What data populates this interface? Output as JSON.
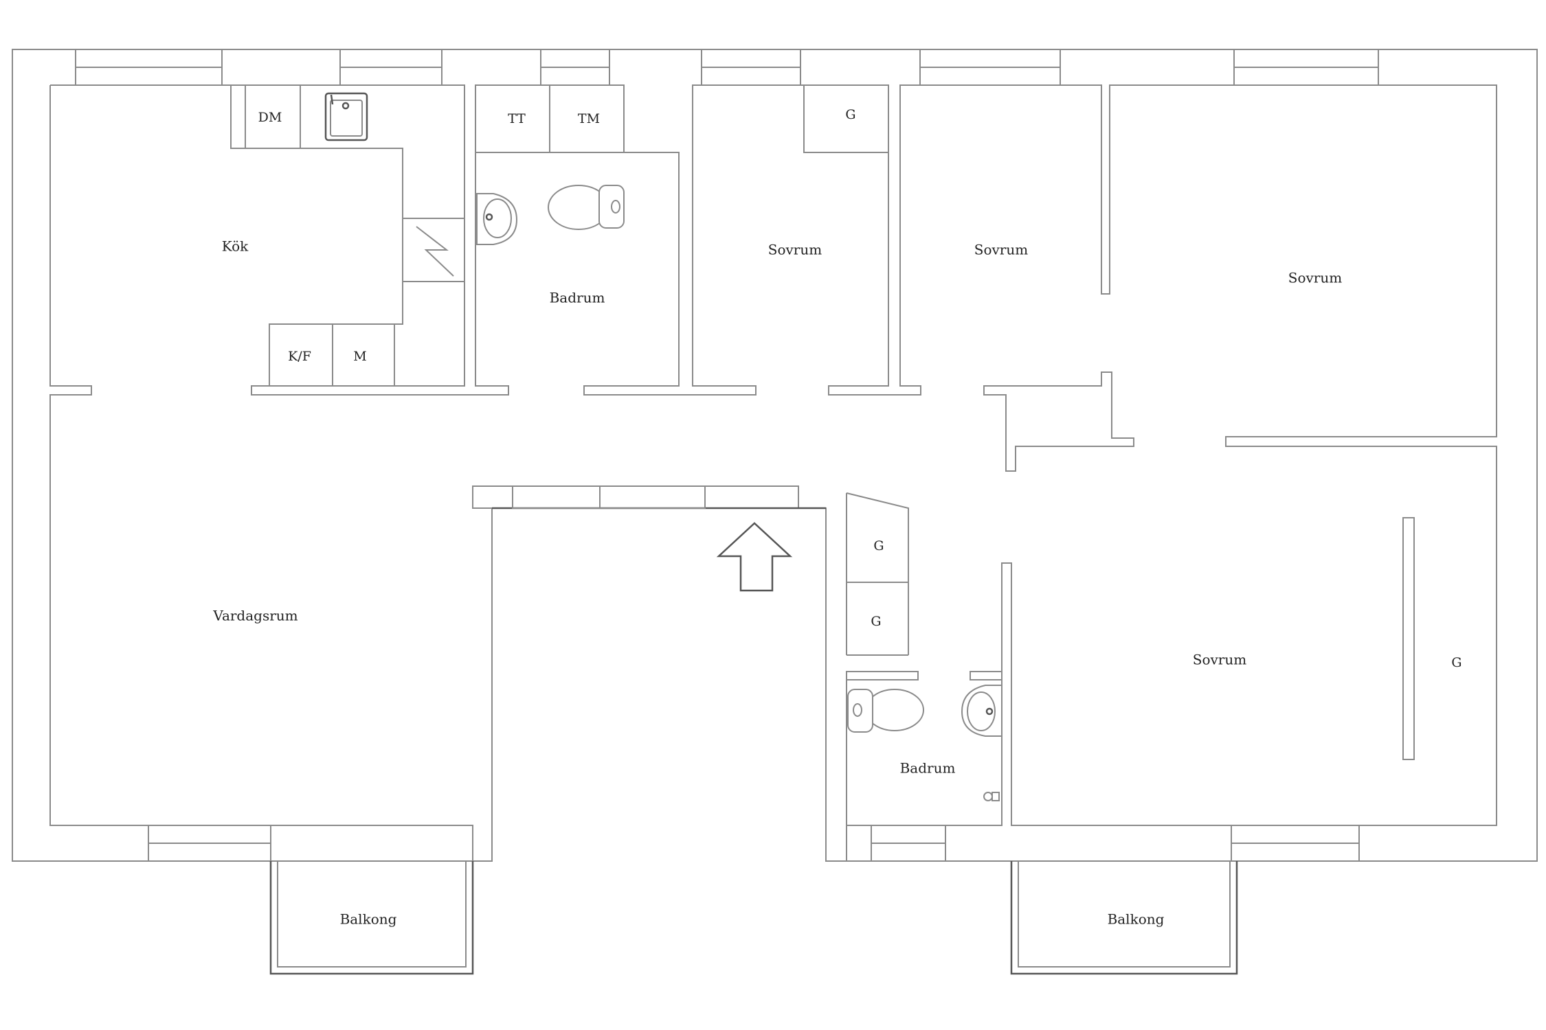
{
  "floorplan": {
    "rooms": {
      "kok": "Kök",
      "badrum_1": "Badrum",
      "sovrum_1": "Sovrum",
      "sovrum_2": "Sovrum",
      "sovrum_3": "Sovrum",
      "vardagsrum": "Vardagsrum",
      "badrum_2": "Badrum",
      "sovrum_4": "Sovrum",
      "balkong_1": "Balkong",
      "balkong_2": "Balkong"
    },
    "fixtures": {
      "dm": "DM",
      "kf": "K/F",
      "m": "M",
      "tt": "TT",
      "tm": "TM",
      "g_sovrum_1": "G",
      "g_hall_1": "G",
      "g_hall_2": "G",
      "g_sovrum_4": "G"
    },
    "entrance_icon": "entrance-arrow-icon"
  }
}
